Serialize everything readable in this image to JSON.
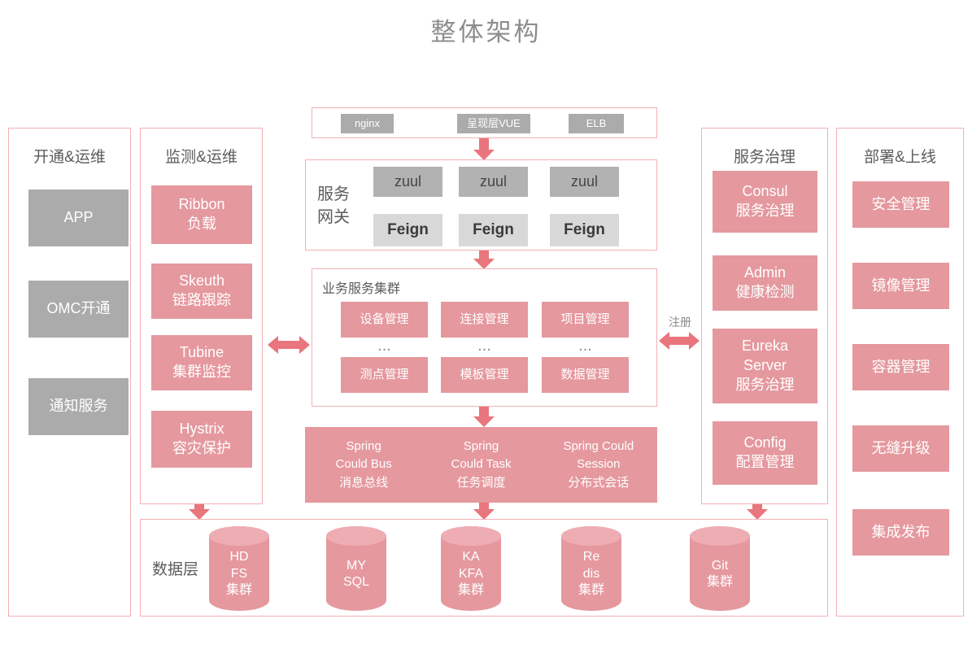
{
  "title": "整体架构",
  "register_label": "注册",
  "provisioning": {
    "header": "开通&运维",
    "items": [
      "APP",
      "OMC开通",
      "通知服务"
    ]
  },
  "monitoring": {
    "header": "监测&运维",
    "items": [
      "Ribbon\n负载",
      "Skeuth\n链路跟踪",
      "Tubine\n集群监控",
      "Hystrix\n容灾保护"
    ]
  },
  "presentation_bar": {
    "items": [
      "nginx",
      "呈现层VUE",
      "ELB"
    ]
  },
  "gateway": {
    "label": "服务\n网关",
    "zuul_row": [
      "zuul",
      "zuul",
      "zuul"
    ],
    "feign_row": [
      "Feign",
      "Feign",
      "Feign"
    ]
  },
  "business": {
    "label": "业务服务集群",
    "row1": [
      "设备管理",
      "连接管理",
      "项目管理"
    ],
    "dots": [
      "...",
      "...",
      "..."
    ],
    "row2": [
      "测点管理",
      "模板管理",
      "数据管理"
    ]
  },
  "spring_bar": {
    "items": [
      "Spring\nCould Bus\n消息总线",
      "Spring\nCould Task\n任务调度",
      "Spring Could\nSession\n分布式会话"
    ]
  },
  "data_layer": {
    "label": "数据层",
    "cylinders": [
      "HD\nFS\n集群",
      "MY\nSQL",
      "KA\nKFA\n集群",
      "Re\ndis\n集群",
      "Git\n集群"
    ]
  },
  "governance": {
    "header": "服务治理",
    "items": [
      "Consul\n服务治理",
      "Admin\n健康检测",
      "Eureka\nServer\n服务治理",
      "Config\n配置管理"
    ]
  },
  "deployment": {
    "header": "部署&上线",
    "items": [
      "安全管理",
      "镜像管理",
      "容器管理",
      "无缝升级",
      "集成发布"
    ]
  },
  "colors": {
    "pink": "#E5989E",
    "pink_light": "#EEADB2",
    "gray": "#ABABAB",
    "arrow": "#E9757D",
    "border": "#F3B0B4"
  }
}
